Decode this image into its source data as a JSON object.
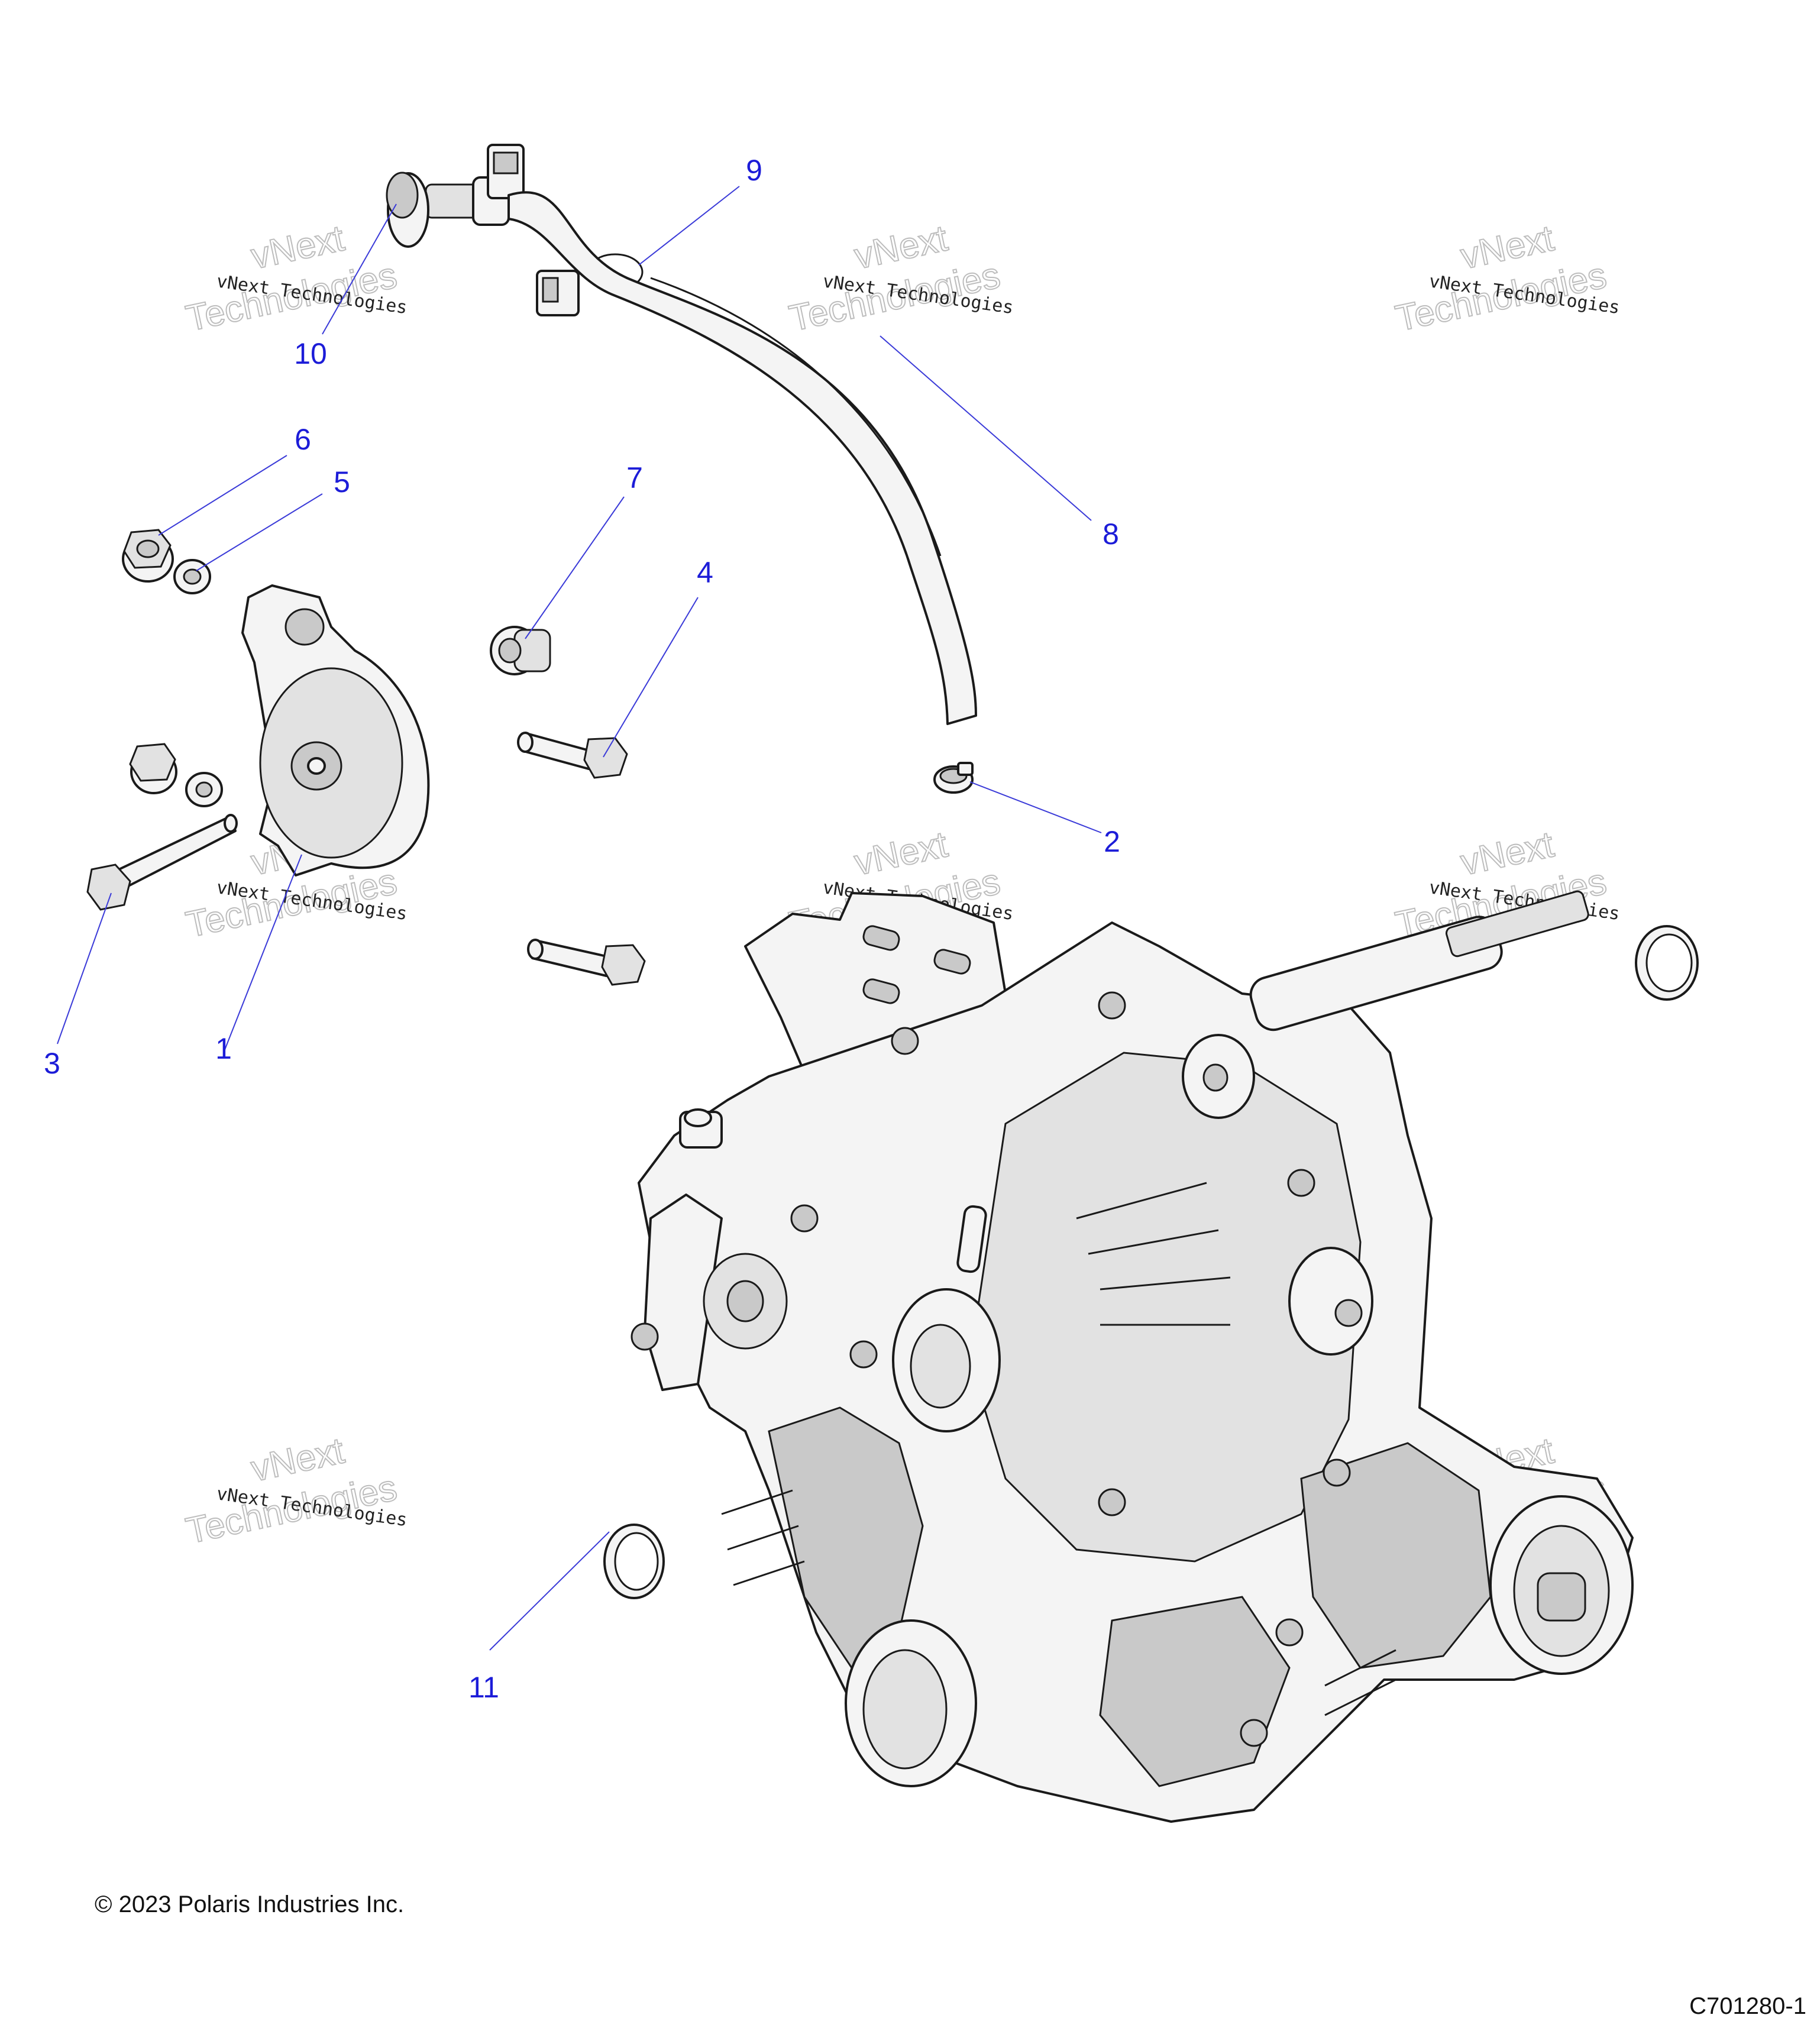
{
  "watermark": {
    "line1": "vNext Technologies",
    "large_word1": "vNext",
    "large_word2": "Technologies"
  },
  "callouts": [
    {
      "number": "1",
      "part": "rotary-actuator"
    },
    {
      "number": "2",
      "part": "hose-clamp"
    },
    {
      "number": "3",
      "part": "actuator-bolt"
    },
    {
      "number": "4",
      "part": "flange-bolt"
    },
    {
      "number": "5",
      "part": "lock-washer"
    },
    {
      "number": "6",
      "part": "flange-nut"
    },
    {
      "number": "7",
      "part": "grommet"
    },
    {
      "number": "8",
      "part": "vent-hose"
    },
    {
      "number": "9",
      "part": "hose-retainer-clip"
    },
    {
      "number": "10",
      "part": "vent-fitting"
    },
    {
      "number": "11",
      "part": "o-ring"
    }
  ],
  "footer": {
    "copyright": "© 2023 Polaris Industries Inc.",
    "figure_id": "C701280-1"
  }
}
